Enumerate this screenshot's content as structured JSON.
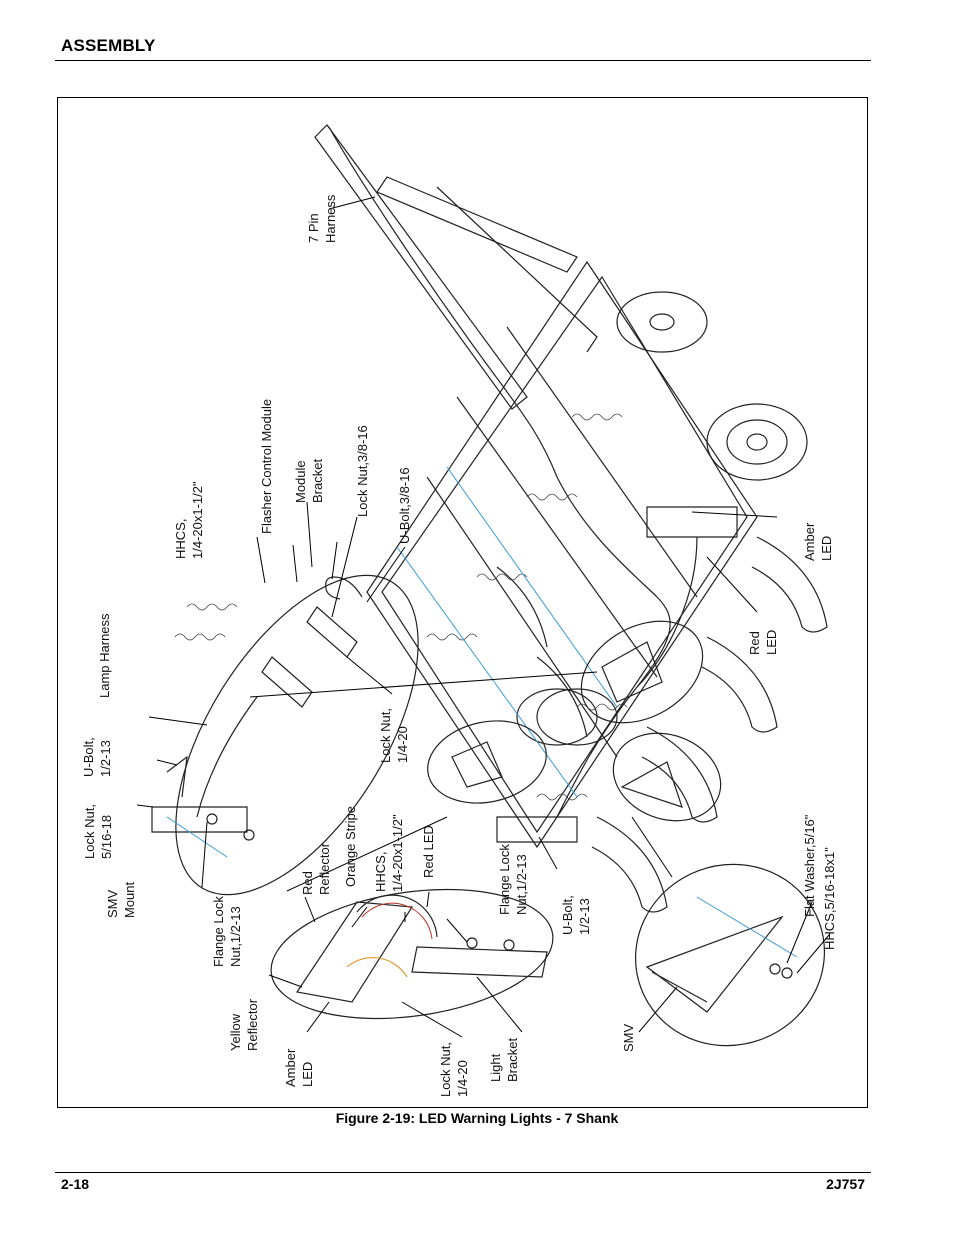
{
  "header": {
    "section_title": "ASSEMBLY"
  },
  "figure": {
    "caption": "Figure 2-19:  LED Warning Lights - 7 Shank",
    "labels": {
      "seven_pin_harness": [
        "7 Pin",
        "Harness"
      ],
      "flasher_control_module": [
        "Flasher Control Module"
      ],
      "hhcs_quarter": [
        "HHCS,",
        "1/4-20x1-1/2\""
      ],
      "module_bracket": [
        "Module",
        "Bracket"
      ],
      "lock_nut_38": [
        "Lock Nut,3/8-16"
      ],
      "u_bolt_38": [
        "U-Bolt,3/8-16"
      ],
      "lamp_harness": [
        "Lamp Harness"
      ],
      "u_bolt_12_top": [
        "U-Bolt,",
        "1/2-13"
      ],
      "lock_nut_516": [
        "Lock Nut,",
        "5/16-18"
      ],
      "smv_mount": [
        "SMV",
        "Mount"
      ],
      "flange_lock_nut_left": [
        "Flange Lock",
        "Nut,1/2-13"
      ],
      "lock_nut_14_top": [
        "Lock Nut,",
        "1/4-20"
      ],
      "amber_led_top": [
        "Amber",
        "LED"
      ],
      "red_led_top": [
        "Red",
        "LED"
      ],
      "red_reflector": [
        "Red",
        "Reflector"
      ],
      "orange_stripe": [
        "Orange Stripe"
      ],
      "hhcs_quarter_bottom": [
        "HHCS,",
        "1/4-20x1-1/2\""
      ],
      "red_led_bottom": [
        "Red LED"
      ],
      "flange_lock_nut_bottom": [
        "Flange Lock",
        "Nut,1/2-13"
      ],
      "u_bolt_12_bottom": [
        "U-Bolt,",
        "1/2-13"
      ],
      "yellow_reflector": [
        "Yellow",
        "Reflector"
      ],
      "amber_led_bottom": [
        "Amber",
        "LED"
      ],
      "lock_nut_14_bottom": [
        "Lock Nut,",
        "1/4-20"
      ],
      "light_bracket": [
        "Light",
        "Bracket"
      ],
      "smv": [
        "SMV"
      ],
      "flat_washer": [
        "Flat Washer,5/16\""
      ],
      "hhcs_516": [
        "HHCS,5/16-18x1\""
      ]
    }
  },
  "footer": {
    "page_number": "2-18",
    "document_number": "2J757"
  },
  "colors": {
    "wire_blue": "#3a9bd8",
    "led_red": "#c0392b",
    "stripe_orange": "#e08a1e"
  }
}
